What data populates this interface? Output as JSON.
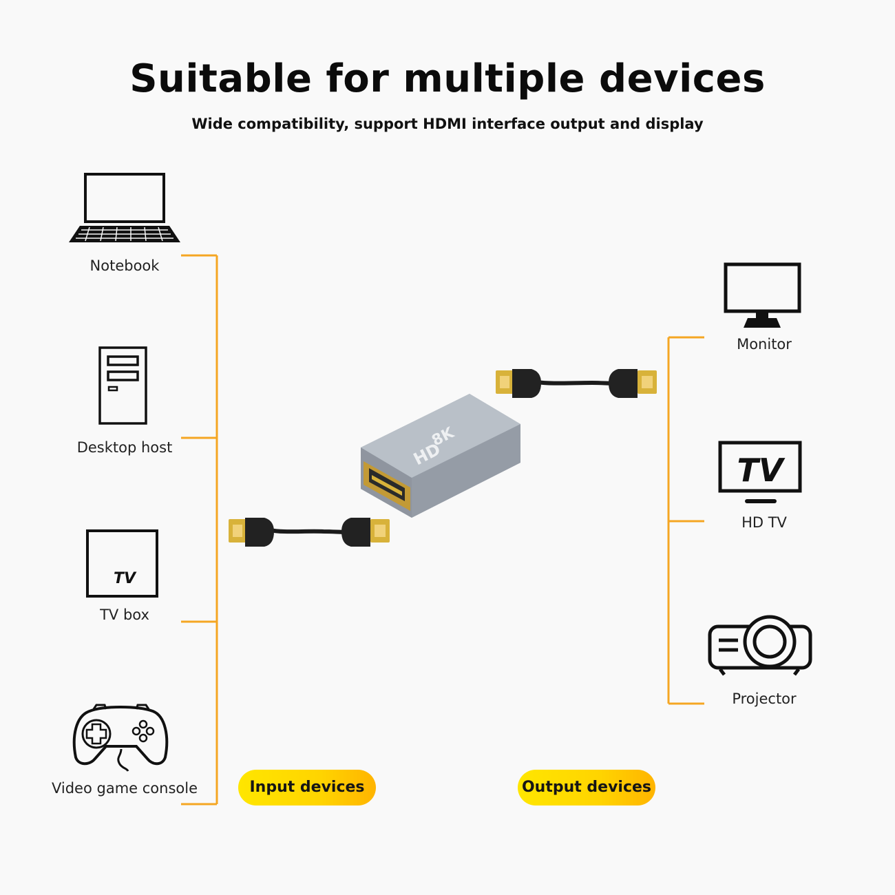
{
  "header": {
    "title": "Suitable for multiple devices",
    "subtitle": "Wide compatibility, support HDMI interface output and display"
  },
  "input_devices": [
    {
      "label": "Notebook",
      "icon": "laptop-icon"
    },
    {
      "label": "Desktop host",
      "icon": "desktop-tower-icon"
    },
    {
      "label": "TV box",
      "icon": "tv-box-icon"
    },
    {
      "label": "Video game console",
      "icon": "gamepad-icon"
    }
  ],
  "output_devices": [
    {
      "label": "Monitor",
      "icon": "monitor-icon"
    },
    {
      "label": "HD TV",
      "icon": "hd-tv-icon"
    },
    {
      "label": "Projector",
      "icon": "projector-icon"
    }
  ],
  "badges": {
    "input": "Input devices",
    "output": "Output devices"
  },
  "product": {
    "resolution": "8K",
    "marking": "HD"
  },
  "colors": {
    "accent_line": "#f5a623",
    "pill_yellow": "#ffd400",
    "adapter_body": "#a4acb5",
    "connector_gold": "#c9a227"
  }
}
